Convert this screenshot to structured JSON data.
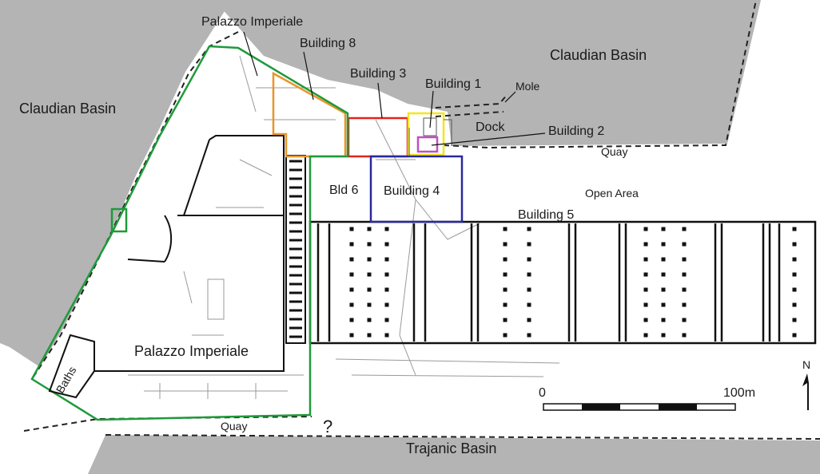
{
  "labels": {
    "claudian_basin_left": "Claudian Basin",
    "claudian_basin_right": "Claudian Basin",
    "trajanic_basin": "Trajanic Basin",
    "palazzo_imperiale_top": "Palazzo Imperiale",
    "palazzo_imperiale_main": "Palazzo Imperiale",
    "building_8": "Building 8",
    "building_3": "Building 3",
    "building_1": "Building 1",
    "building_2": "Building 2",
    "building_4": "Building 4",
    "building_5": "Building 5",
    "bld_6": "Bld 6",
    "mole": "Mole",
    "dock": "Dock",
    "quay_right": "Quay",
    "quay_bottom": "Quay",
    "open_area": "Open Area",
    "baths": "Baths",
    "question_mark": "?"
  },
  "scale_bar": {
    "start_label": "0",
    "end_label": "100m"
  },
  "north_arrow": {
    "label": "N"
  },
  "colors": {
    "water": "#b4b4b4",
    "building_8": "#e8952a",
    "building_3": "#e3241d",
    "building_1": "#f5e61a",
    "building_2": "#c050c0",
    "building_4": "#2a2a9a",
    "palazzo_outline": "#1e9a3a"
  }
}
